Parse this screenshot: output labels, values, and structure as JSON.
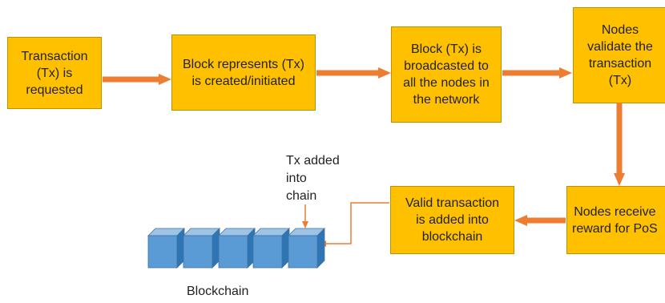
{
  "colors": {
    "box_fill": "#FFC000",
    "box_border": "#BF9000",
    "arrow": "#ED7D31",
    "block_front": "#5B9BD5",
    "block_top": "#9DC3E6",
    "block_side": "#2E75B6",
    "text": "#222222"
  },
  "steps": [
    {
      "text": "Transaction\n(Tx) is\nrequested"
    },
    {
      "text": "Block represents (Tx)\nis created/initiated"
    },
    {
      "text": "Block (Tx) is\nbroadcasted to\nall the nodes in\nthe network"
    },
    {
      "text": "Nodes\nvalidate the\ntransaction\n(Tx)"
    },
    {
      "text": "Nodes receive\nreward for PoS"
    },
    {
      "text": "Valid transaction\nis added into\nblockchain"
    }
  ],
  "annotation": {
    "text": "Tx added\ninto\nchain"
  },
  "blockchain": {
    "label": "Blockchain",
    "block_count": 5
  }
}
